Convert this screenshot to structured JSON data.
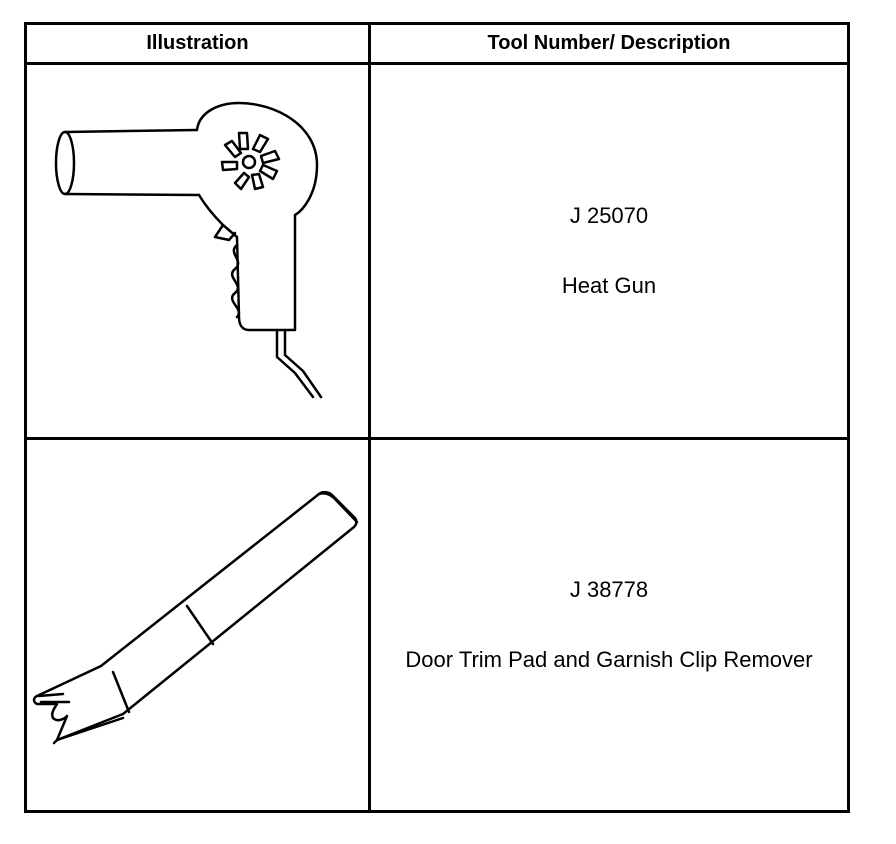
{
  "table": {
    "headers": {
      "illustration": "Illustration",
      "tool": "Tool Number/ Description"
    },
    "rows": [
      {
        "tool_number": "J 25070",
        "description": "Heat Gun",
        "illustration_icon": "heat-gun-icon"
      },
      {
        "tool_number": "J 38778",
        "description": "Door Trim Pad and Garnish Clip Remover",
        "illustration_icon": "clip-remover-icon"
      }
    ]
  }
}
